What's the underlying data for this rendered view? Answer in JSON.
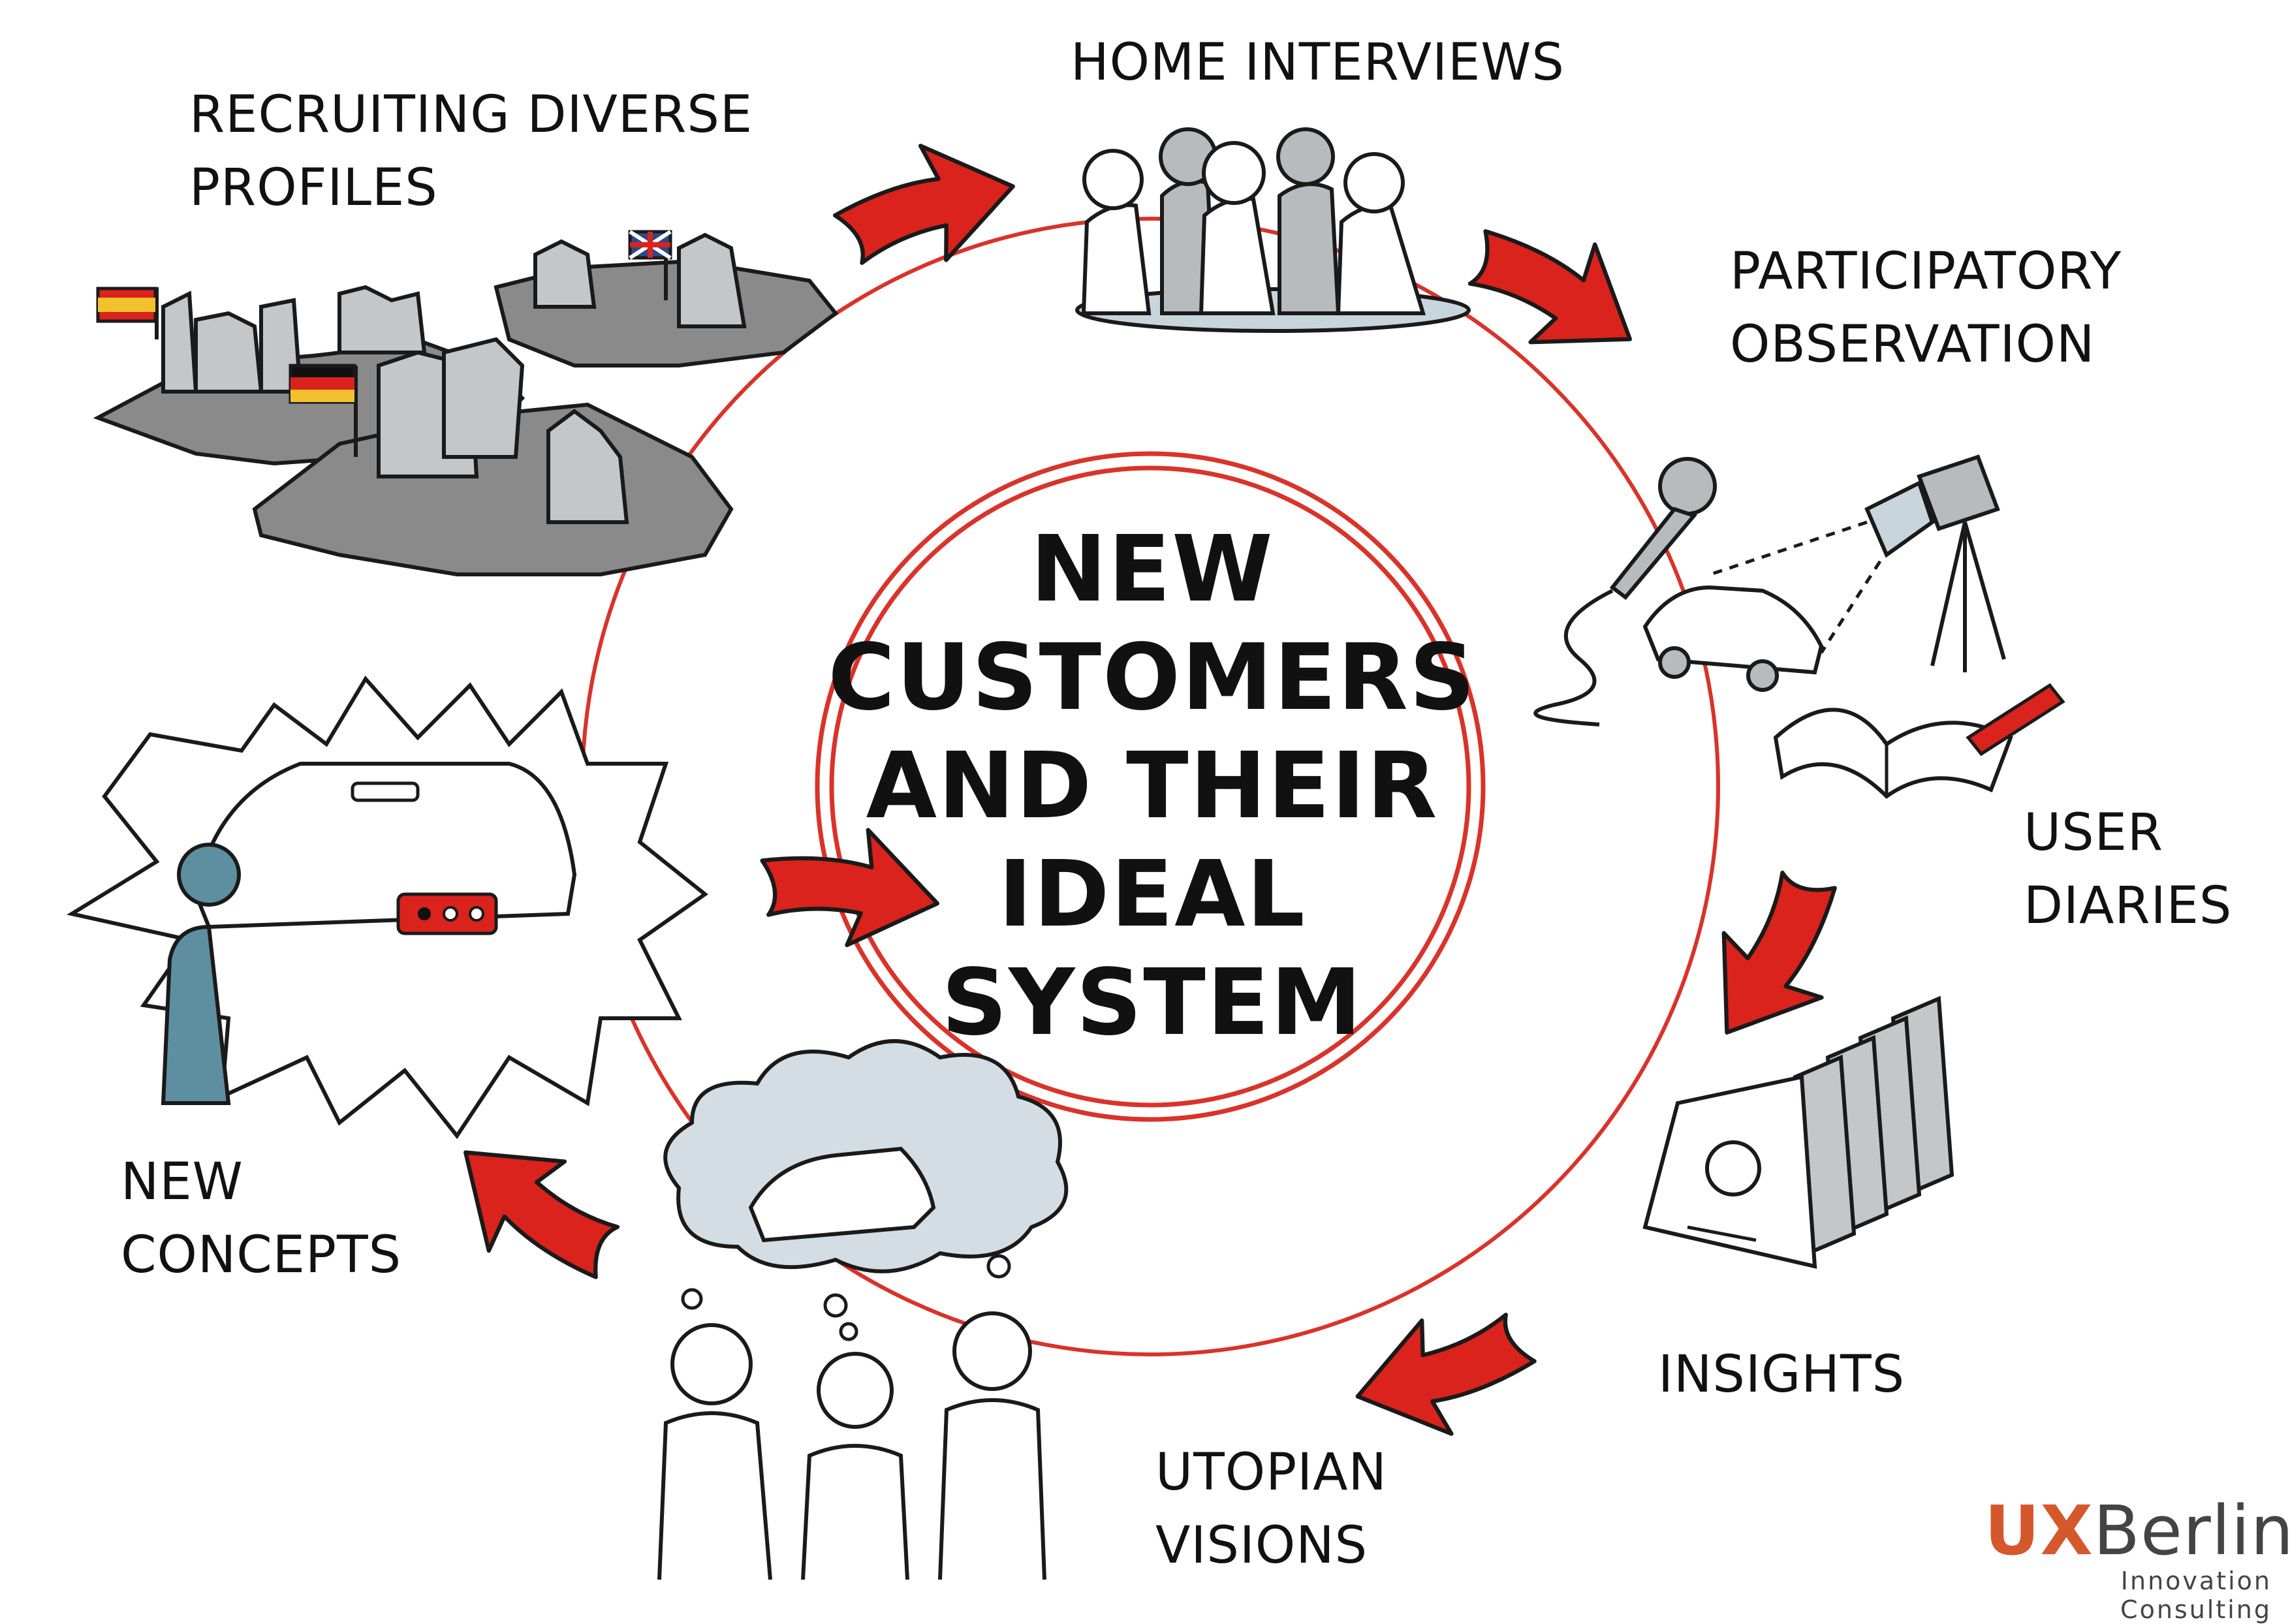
{
  "diagram": {
    "center_lines": [
      "NEW",
      "CUSTOMERS",
      "AND THEIR",
      "IDEAL",
      "SYSTEM"
    ],
    "steps": [
      {
        "id": "recruiting",
        "lines": [
          "RECRUITING DIVERSE",
          "PROFILES"
        ],
        "icon": "city-map-flags-icon"
      },
      {
        "id": "home-interviews",
        "lines": [
          "HOME INTERVIEWS"
        ],
        "icon": "people-group-icon"
      },
      {
        "id": "participatory-observation",
        "lines": [
          "PARTICIPATORY",
          "OBSERVATION"
        ],
        "icon": "microphone-camera-car-icon"
      },
      {
        "id": "user-diaries",
        "lines": [
          "USER",
          "DIARIES"
        ],
        "icon": "open-diary-pen-icon"
      },
      {
        "id": "insights",
        "lines": [
          "INSIGHTS"
        ],
        "icon": "document-stack-icon"
      },
      {
        "id": "utopian-visions",
        "lines": [
          "UTOPIAN",
          "VISIONS"
        ],
        "icon": "dreaming-people-car-cloud-icon"
      },
      {
        "id": "new-concepts",
        "lines": [
          "NEW",
          "CONCEPTS"
        ],
        "icon": "car-dashboard-burst-icon"
      }
    ],
    "colors": {
      "ring": "#d9332a",
      "arrow": "#d9231c",
      "map_gray": "#8a8a8a",
      "building_gray": "#c4c7c9",
      "cloud": "#d3dde3",
      "seat_teal": "#5e8fa0"
    }
  },
  "logo": {
    "ux": "UX",
    "berlin": "Berlin",
    "tagline": "Innovation Consulting"
  }
}
